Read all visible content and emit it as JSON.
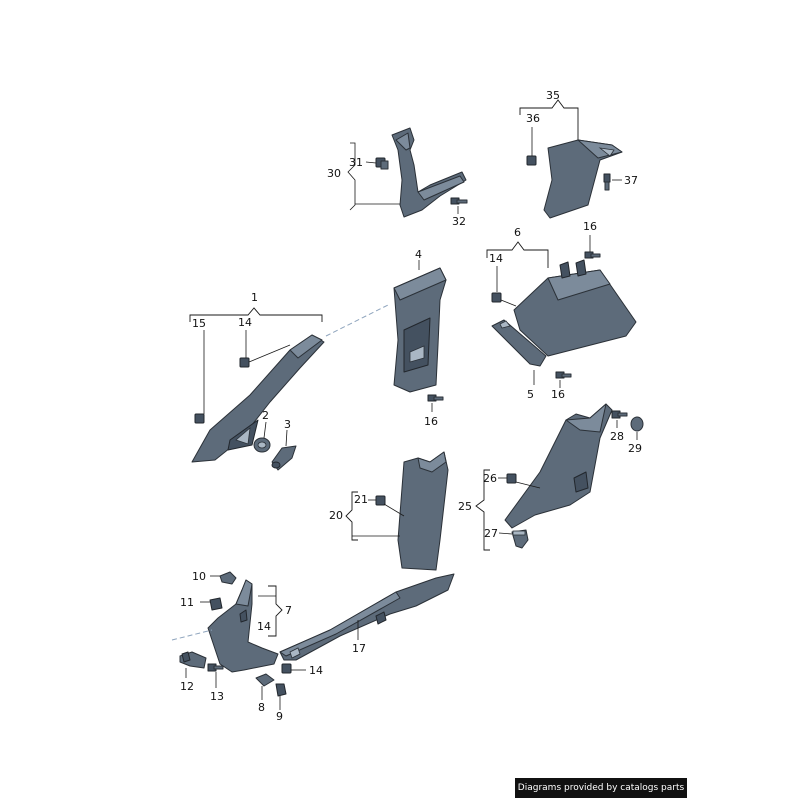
{
  "labels": {
    "n1": "1",
    "n2": "2",
    "n3": "3",
    "n4": "4",
    "n5": "5",
    "n6": "6",
    "n7": "7",
    "n8": "8",
    "n9": "9",
    "n10": "10",
    "n11": "11",
    "n12": "12",
    "n13": "13",
    "n14a": "14",
    "n14b": "14",
    "n14c": "14",
    "n14d": "14",
    "n15": "15",
    "n16a": "16",
    "n16b": "16",
    "n16c": "16",
    "n17": "17",
    "n20": "20",
    "n21": "21",
    "n25": "25",
    "n26": "26",
    "n27": "27",
    "n28": "28",
    "n29": "29",
    "n30": "30",
    "n31": "31",
    "n32": "32",
    "n35": "35",
    "n36": "36",
    "n37": "37"
  },
  "credit": "Diagrams provided by catalogs parts"
}
